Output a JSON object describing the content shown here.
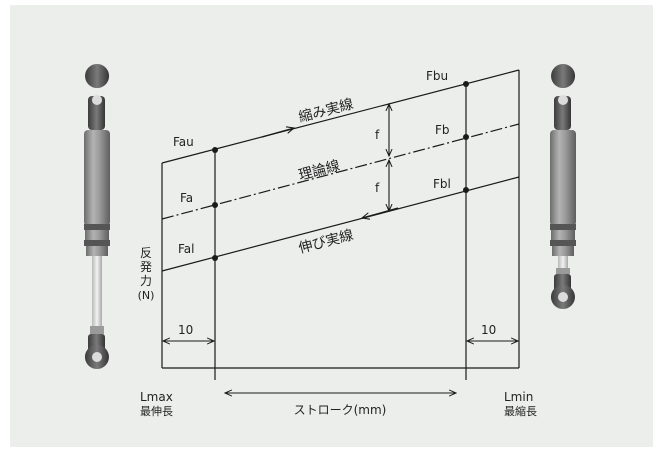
{
  "diagram": {
    "lines": {
      "compression": "縮み実線",
      "theory": "理論線",
      "extension": "伸び実線"
    },
    "points": {
      "fau": "Fau",
      "fa": "Fa",
      "fal": "Fal",
      "fbu": "Fbu",
      "fb": "Fb",
      "fbl": "Fbl"
    },
    "friction": {
      "upper": "f",
      "lower": "f"
    },
    "y_axis": {
      "label_line1": "反",
      "label_line2": "発",
      "label_line3": "力",
      "label_unit": "(N)"
    },
    "offsets": {
      "left": "10",
      "right": "10"
    },
    "stroke_label": "ストローク(mm)",
    "lmax": {
      "code": "Lmax",
      "name": "最伸長"
    },
    "lmin": {
      "code": "Lmin",
      "name": "最縮長"
    }
  },
  "colors": {
    "panel": "#eceeec",
    "line": "#1a1a1a",
    "spring_body": "#8e8e8e",
    "rod": "#d4d4d4"
  },
  "icons": {
    "left": "gas-spring-extended-icon",
    "right": "gas-spring-compressed-icon"
  }
}
